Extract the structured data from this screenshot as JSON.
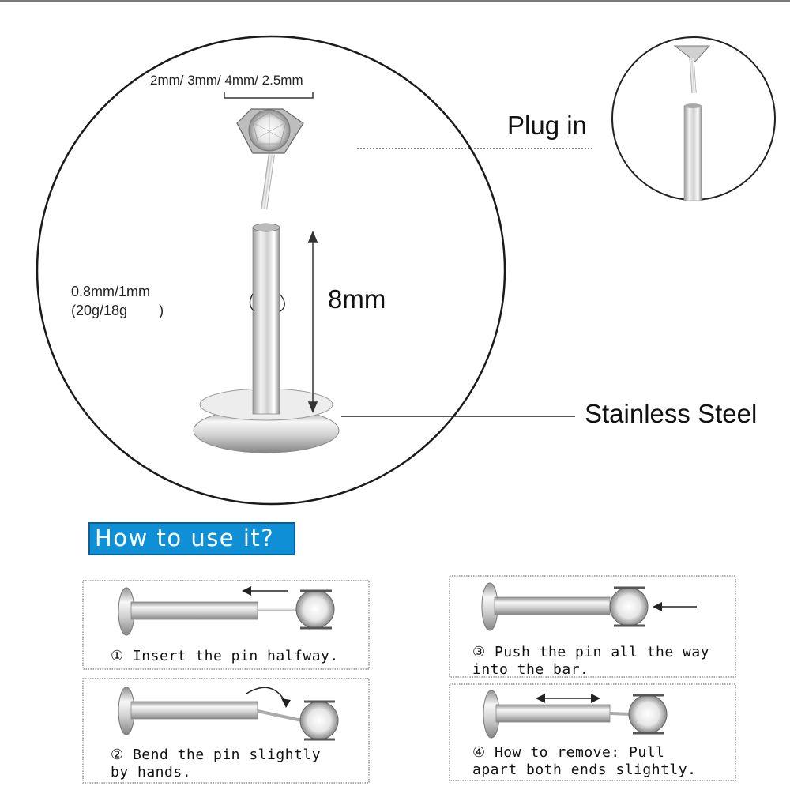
{
  "diagram": {
    "sizes_label": "2mm/ 3mm/ 4mm/ 2.5mm",
    "gauge_label": "0.8mm/1mm\n(20g/18g        )",
    "length_label": "8mm",
    "plug_in_label": "Plug in",
    "material_label": "Stainless Steel"
  },
  "instructions": {
    "title": "How to use it?",
    "steps": [
      {
        "text": "① Insert the pin halfway."
      },
      {
        "text": "② Bend the pin slightly\nby hands."
      },
      {
        "text": "③ Push the pin all the way\ninto the bar."
      },
      {
        "text": "④ How to remove: Pull\napart both ends slightly."
      }
    ]
  }
}
